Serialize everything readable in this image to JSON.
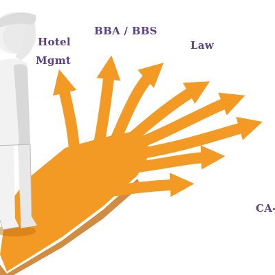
{
  "labels": {
    "hotel_line1": "Hotel",
    "hotel_line2": "Mgmt",
    "bba_bbs": "BBA / BBS",
    "law": "Law",
    "ca": "CA-"
  },
  "colors": {
    "arrow_orange": "#f39a25",
    "arrow_shadow": "#c66f12",
    "label_purple": "#5b3f86",
    "figure_white": "#f2f2f2",
    "figure_shadow": "#bdbdbd"
  },
  "icons": {
    "figure": "person-looking-icon",
    "arrows": "diverging-arrows-icon"
  }
}
